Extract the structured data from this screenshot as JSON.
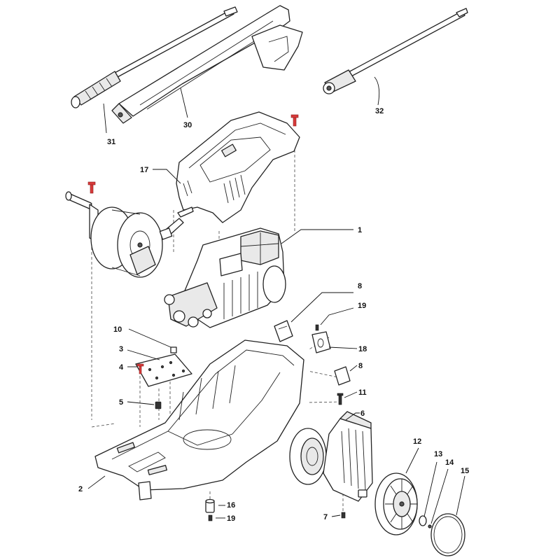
{
  "callouts": {
    "c1": "1",
    "c2": "2",
    "c3": "3",
    "c4": "4",
    "c5": "5",
    "c6": "6",
    "c7": "7",
    "c8a": "8",
    "c8b": "8",
    "c10": "10",
    "c11": "11",
    "c12": "12",
    "c13": "13",
    "c14": "14",
    "c15": "15",
    "c16": "16",
    "c17": "17",
    "c18": "18",
    "c19a": "19",
    "c19b": "19",
    "c30": "30",
    "c31": "31",
    "c32": "32"
  },
  "colors": {
    "highlight_screw": "#d83a3a",
    "line": "#222222"
  },
  "icons": [
    "spray-gun-icon",
    "lance-icon",
    "rotary-nozzle-icon",
    "hose-reel-icon",
    "motor-pump-icon",
    "wheel-icon"
  ]
}
